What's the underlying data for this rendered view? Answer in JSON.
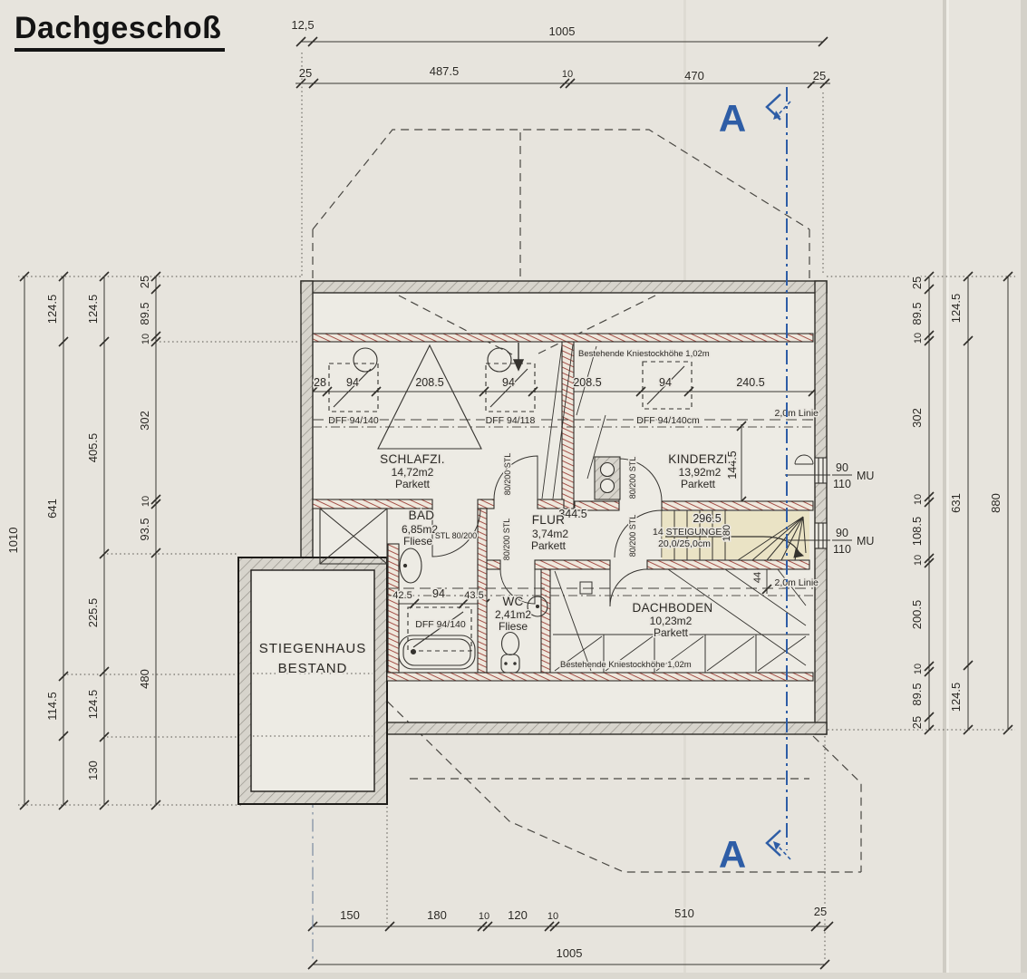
{
  "title": "Dachgeschoß",
  "section": {
    "label": "A"
  },
  "colors": {
    "paper": "#e7e4dd",
    "line": "#35332f",
    "wall_red": "#9c4a41",
    "wall_grey": "#97948c",
    "section_blue": "#2e5da6",
    "stair_yellow": "#e7dba6"
  },
  "dims": {
    "top_offset": "12,5",
    "top_total": "1005",
    "top_row": [
      "25",
      "487.5",
      "10",
      "470",
      "25"
    ],
    "bottom_row": [
      "150",
      "180",
      "10",
      "120",
      "10",
      "510",
      "25"
    ],
    "bottom_total": "1005",
    "left_total": "1010",
    "left_chain2": [
      "124.5",
      "641",
      "114.5"
    ],
    "left_chain3": [
      "124.5",
      "405.5",
      "225.5",
      "124.5",
      "130"
    ],
    "left_chain4": [
      "25",
      "89.5",
      "10",
      "302",
      "10",
      "93.5",
      "480"
    ],
    "right_chain1": [
      "25",
      "89.5",
      "10",
      "302",
      "10",
      "108.5",
      "10",
      "200.5",
      "10",
      "89.5",
      "25"
    ],
    "right_chain2": [
      "124.5",
      "631",
      "124.5"
    ],
    "right_total": "880",
    "interior_top": [
      "28",
      "94",
      "208.5",
      "94",
      "208.5",
      "94",
      "240.5"
    ],
    "bad_row": [
      "42.5",
      "94",
      "43.5"
    ],
    "flur_len": "344.5",
    "kinderzi_h": "144.5",
    "stair_niche": "44"
  },
  "windows": {
    "dff_140": "DFF 94/140",
    "dff_118": "DFF 94/118",
    "dff_140cm": "DFF 94/140cm",
    "dff_bad": "DFF 94/140",
    "mu_num": "90",
    "mu_den": "110",
    "mu_label": "MU"
  },
  "doors": {
    "v": "80/200 STL",
    "bad": "STL 80/200"
  },
  "stairs": {
    "len": "296.5",
    "risers": "14 STEIGUNGEN",
    "riser_dim": "20,0/25,0cm",
    "width": "180"
  },
  "notes": {
    "kniestock": "Bestehende Kniestockhöhe 1,02m",
    "zwei_m": "2,0m Linie"
  },
  "rooms": {
    "schlafzimmer": {
      "name": "SCHLAFZI.",
      "area": "14,72m2",
      "floor": "Parkett"
    },
    "kinderzimmer": {
      "name": "KINDERZI.",
      "area": "13,92m2",
      "floor": "Parkett"
    },
    "bad": {
      "name": "BAD",
      "area": "6,85m2",
      "floor": "Fliese"
    },
    "flur": {
      "name": "FLUR",
      "area": "3,74m2",
      "floor": "Parkett"
    },
    "wc": {
      "name": "WC",
      "area": "2,41m2",
      "floor": "Fliese"
    },
    "dachboden": {
      "name": "DACHBODEN",
      "area": "10,23m2",
      "floor": "Parkett"
    },
    "stiegenhaus": {
      "line1": "STIEGENHAUS",
      "line2": "BESTAND"
    }
  }
}
